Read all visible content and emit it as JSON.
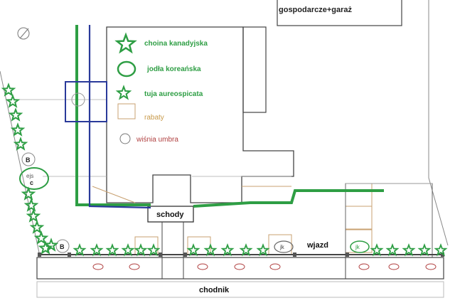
{
  "labels": {
    "building_top": "gospodarcze+garaż",
    "stairs": "schody",
    "driveway": "wjazd",
    "sidewalk": "chodnik",
    "tree_c": "c",
    "tree_b1": "B",
    "tree_b2": "B",
    "jk1": "jk",
    "jk2": "jk",
    "ejs": "ejs"
  },
  "legend": [
    {
      "symbol": "star-large",
      "label": "choina kanadyjska",
      "color": "#2e9e44"
    },
    {
      "symbol": "circle-green",
      "label": "jodła koreańska",
      "color": "#2e9e44"
    },
    {
      "symbol": "star-small",
      "label": "tuja aureospicata",
      "color": "#2e9e44"
    },
    {
      "symbol": "square-tan",
      "label": "rabaty",
      "color": "#c89a4a"
    },
    {
      "symbol": "circle-small",
      "label": "wiśnia umbra",
      "color": "#b04040"
    }
  ],
  "colors": {
    "green": "#2e9e44",
    "blue": "#2a3a9a",
    "tan": "#c8a070",
    "outline": "#555555"
  }
}
